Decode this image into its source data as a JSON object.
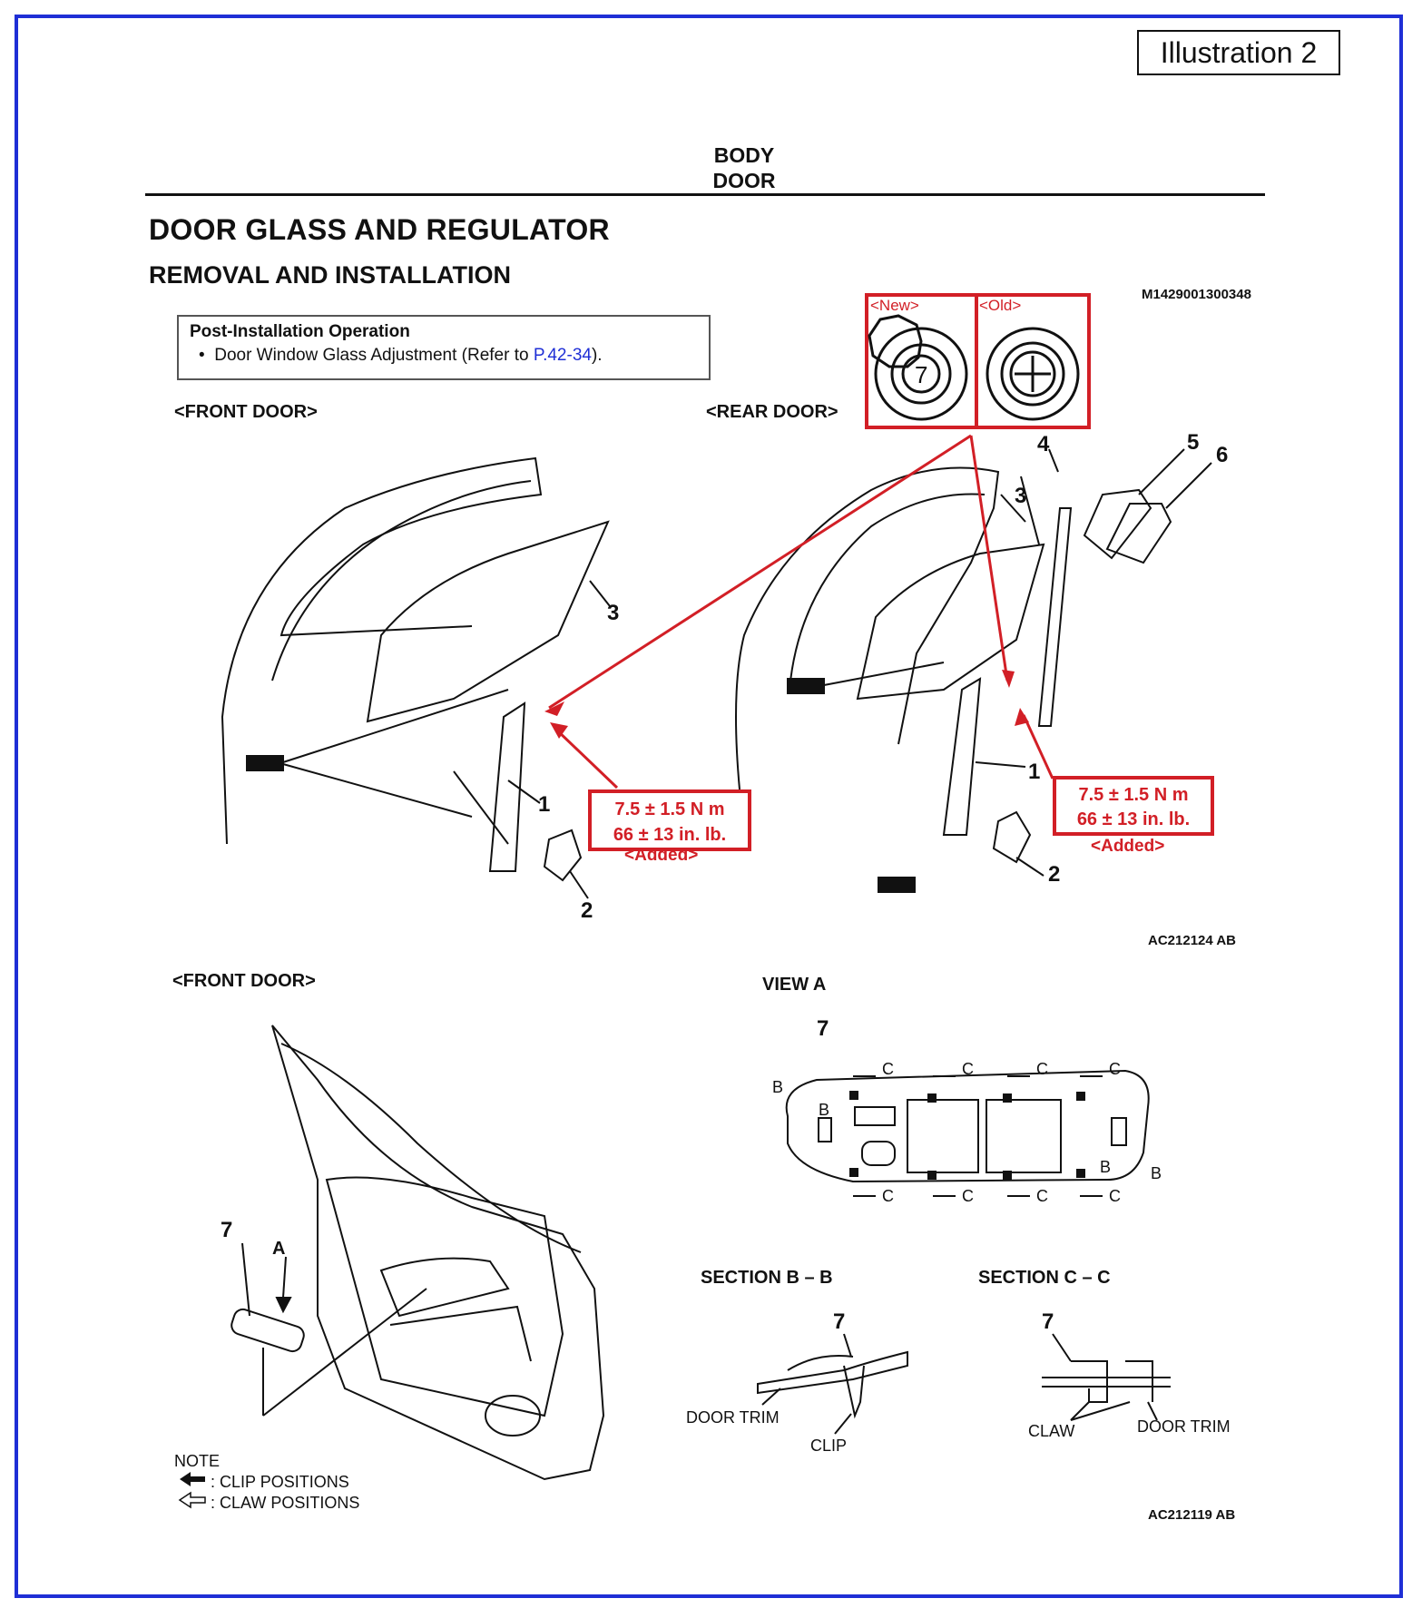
{
  "illustration_tag": "Illustration 2",
  "header": {
    "line1": "BODY",
    "line2": "DOOR"
  },
  "title": "DOOR GLASS AND REGULATOR",
  "subtitle": "REMOVAL AND INSTALLATION",
  "doc_code": "M1429001300348",
  "post_install": {
    "title": "Post-Installation Operation",
    "bullet": "Door Window Glass Adjustment (Refer to ",
    "ref": "P.42-34",
    "tail": ")."
  },
  "labels": {
    "front_door": "<FRONT DOOR>",
    "rear_door": "<REAR DOOR>",
    "front_door_2": "<FRONT DOOR>",
    "view_a": "VIEW A",
    "section_bb": "SECTION B – B",
    "section_cc": "SECTION C – C",
    "door_trim": "DOOR TRIM",
    "clip": "CLIP",
    "claw": "CLAW",
    "door_trim_2": "DOOR TRIM"
  },
  "bolt_compare": {
    "new": "<New>",
    "old": "<Old>",
    "new_number": "7"
  },
  "torque_front": {
    "line1": "7.5 ± 1.5 N m",
    "line2": "66 ± 13 in. lb.",
    "added": "<Added>"
  },
  "torque_rear": {
    "line1": "7.5 ± 1.5 N m",
    "line2": "66 ± 13 in. lb.",
    "added": "<Added>"
  },
  "figure_codes": {
    "top": "AC212124 AB",
    "bottom": "AC212119 AB"
  },
  "callouts": {
    "front": [
      "3",
      "1",
      "2"
    ],
    "rear": [
      "4",
      "5",
      "6",
      "3",
      "1",
      "2"
    ],
    "bottom_front": [
      "7",
      "A"
    ],
    "view_a": [
      "7",
      "B",
      "B",
      "B",
      "B",
      "C",
      "C",
      "C",
      "C",
      "C",
      "C",
      "C",
      "C"
    ],
    "section_bb": "7",
    "section_cc": "7"
  },
  "note": {
    "title": "NOTE",
    "clip": ": CLIP POSITIONS",
    "claw": ": CLAW POSITIONS"
  },
  "colors": {
    "frame": "#1f2fd6",
    "highlight": "#d21f26",
    "ink": "#111111"
  }
}
